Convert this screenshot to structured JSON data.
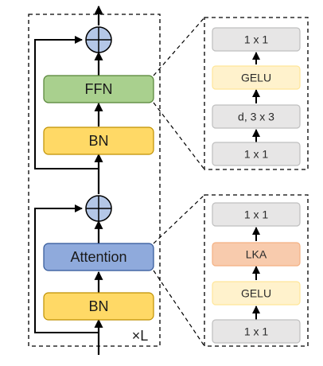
{
  "main_block": {
    "ffn_label": "FFN",
    "bn_top_label": "BN",
    "attention_label": "Attention",
    "bn_bottom_label": "BN",
    "repeat_label": "×L"
  },
  "ffn_detail": {
    "layers": [
      "1 x 1",
      "GELU",
      "d, 3 x 3",
      "1 x 1"
    ]
  },
  "attention_detail": {
    "layers": [
      "1 x 1",
      "LKA",
      "GELU",
      "1 x 1"
    ]
  },
  "colors": {
    "ffn": "#a9d08e",
    "bn": "#ffd966",
    "attention": "#8faadc",
    "conv": "#e7e6e6",
    "gelu": "#fff2cc",
    "lka": "#f8cbad",
    "add_node": "#b4c7e7"
  }
}
